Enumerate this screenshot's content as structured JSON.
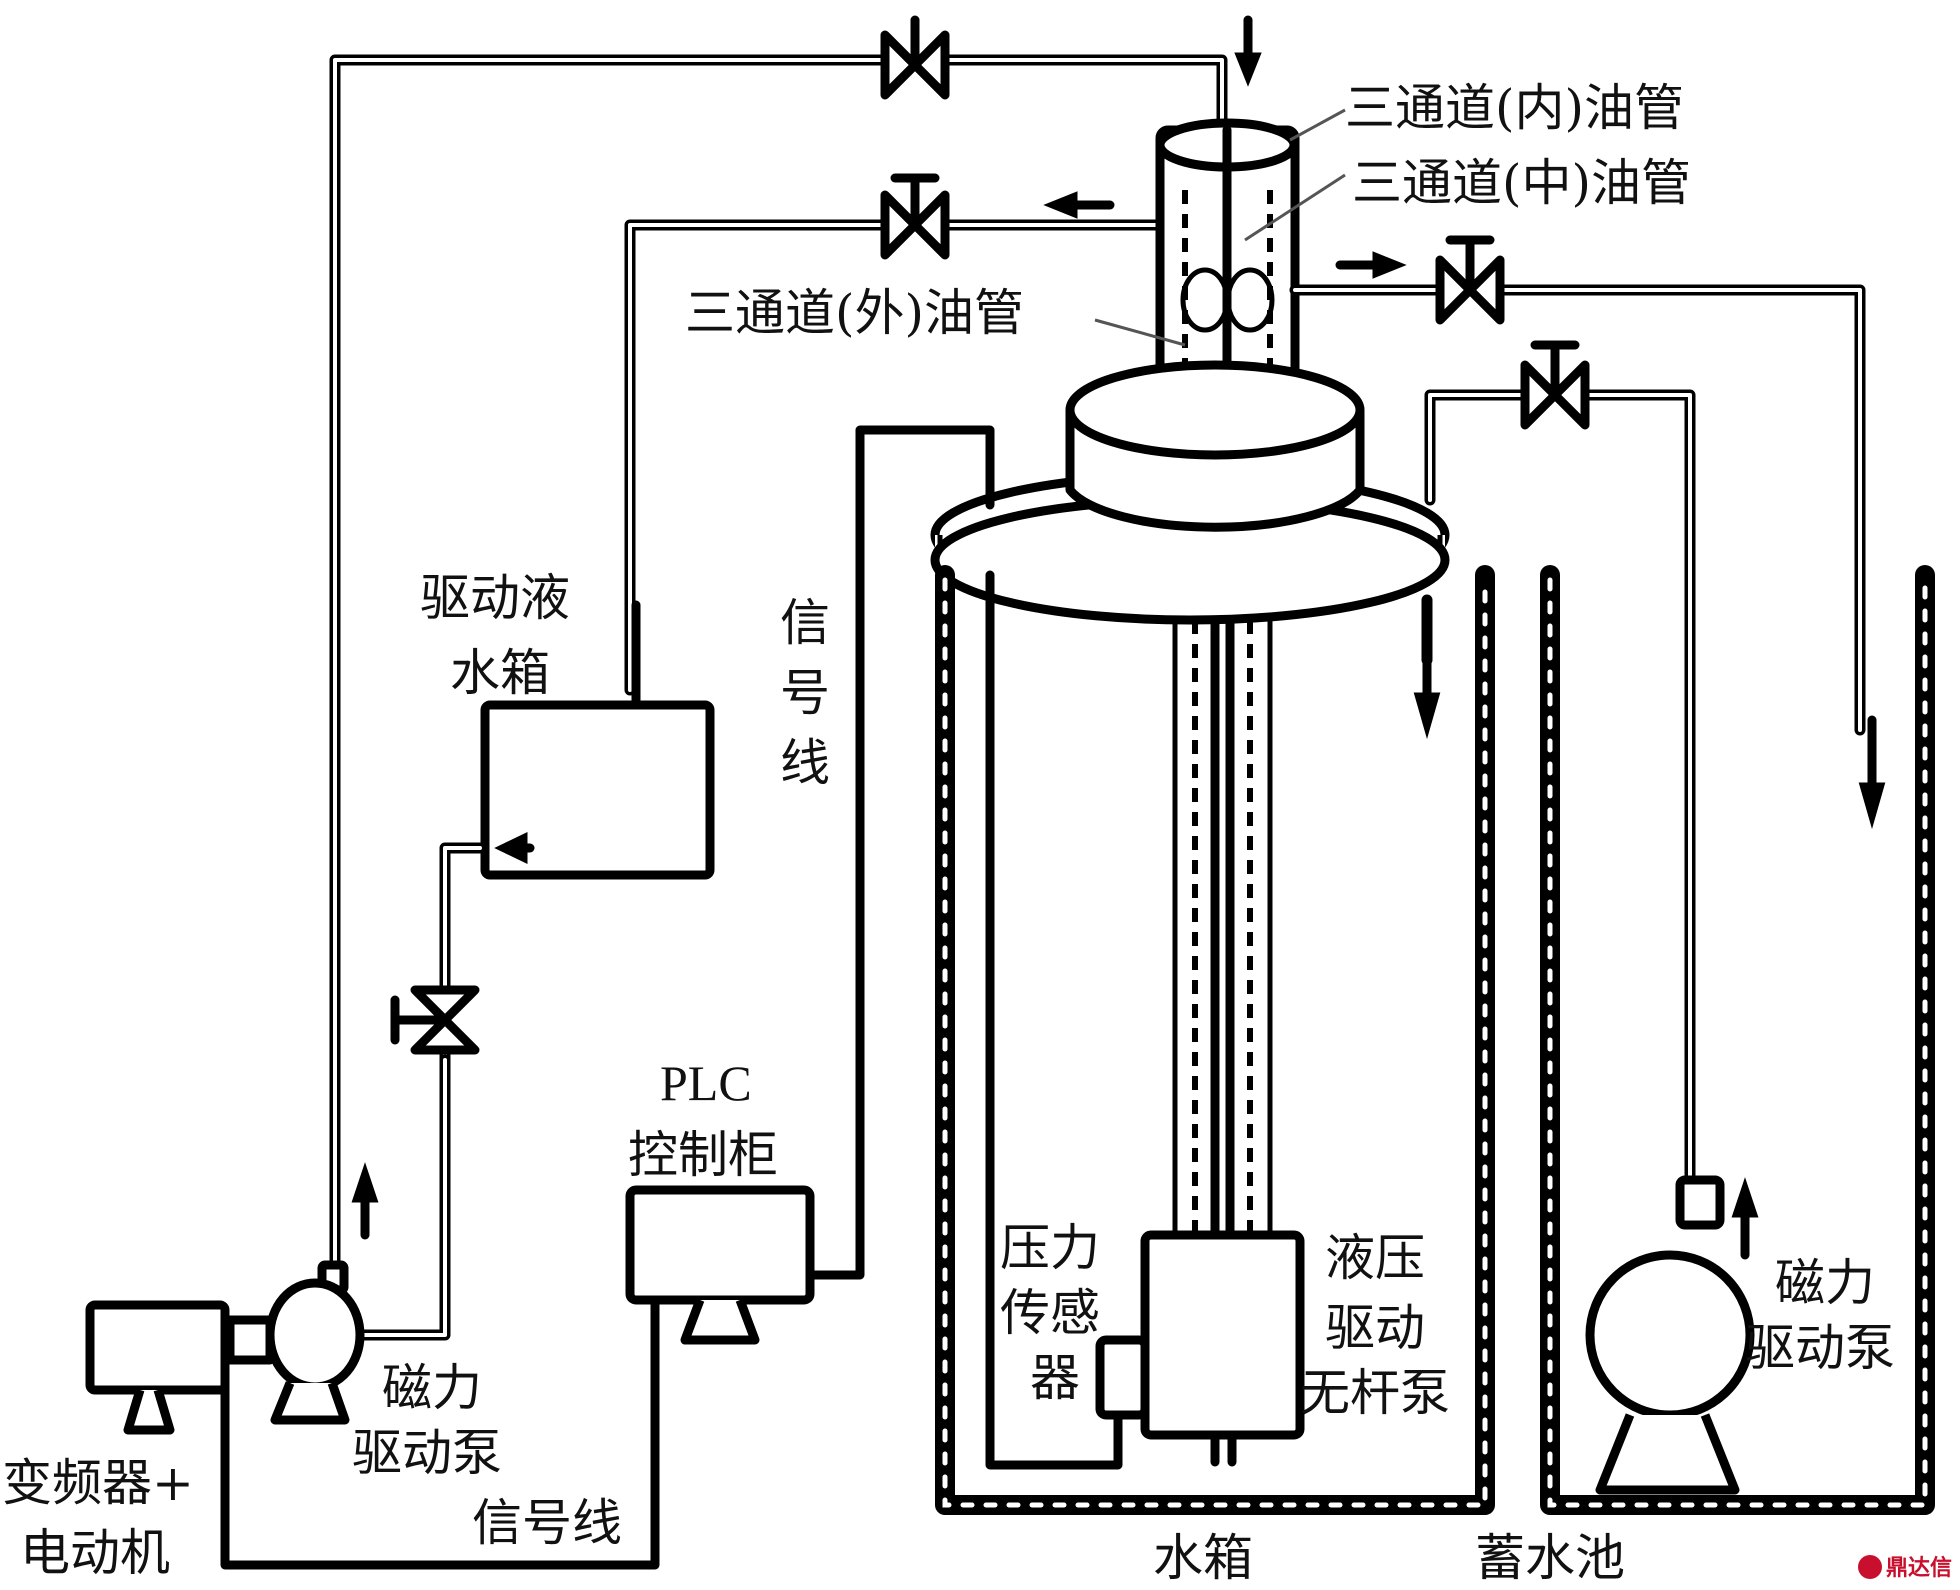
{
  "figure": {
    "type": "process-flow-schematic",
    "labels": {
      "inner_tube": "三通道(内)油管",
      "middle_tube": "三通道(中)油管",
      "outer_tube": "三通道(外)油管",
      "drive_tank_line1": "驱动液",
      "drive_tank_line2": "水箱",
      "signal_line_vertical": [
        "信",
        "号",
        "线"
      ],
      "signal_line_bottom": "信号线",
      "plc_line1": "PLC",
      "plc_line2": "控制柜",
      "pressure_sensor_line1": "压力",
      "pressure_sensor_line2": "传感",
      "pressure_sensor_line3": "器",
      "hydraulic_pump_line1": "液压",
      "hydraulic_pump_line2": "驱动",
      "hydraulic_pump_line3": "无杆泵",
      "left_pump_line1": "磁力",
      "left_pump_line2": "驱动泵",
      "right_pump_line1": "磁力",
      "right_pump_line2": "驱动泵",
      "motor_line1": "变频器+",
      "motor_line2": "电动机",
      "water_tank": "水箱",
      "reservoir": "蓄水池"
    },
    "components": [
      "magnetic-drive-pump-left",
      "frequency-converter-motor",
      "drive-fluid-tank",
      "plc-control-cabinet",
      "water-tank",
      "hydraulic-rodless-pump",
      "pressure-sensor",
      "three-channel-tubing-head",
      "reservoir",
      "magnetic-drive-pump-right",
      "valve-top",
      "valve-middle",
      "valve-right-upper",
      "valve-right-lower",
      "valve-left"
    ],
    "watermark": {
      "text": "鼎达信",
      "color": "#c8102e"
    }
  }
}
